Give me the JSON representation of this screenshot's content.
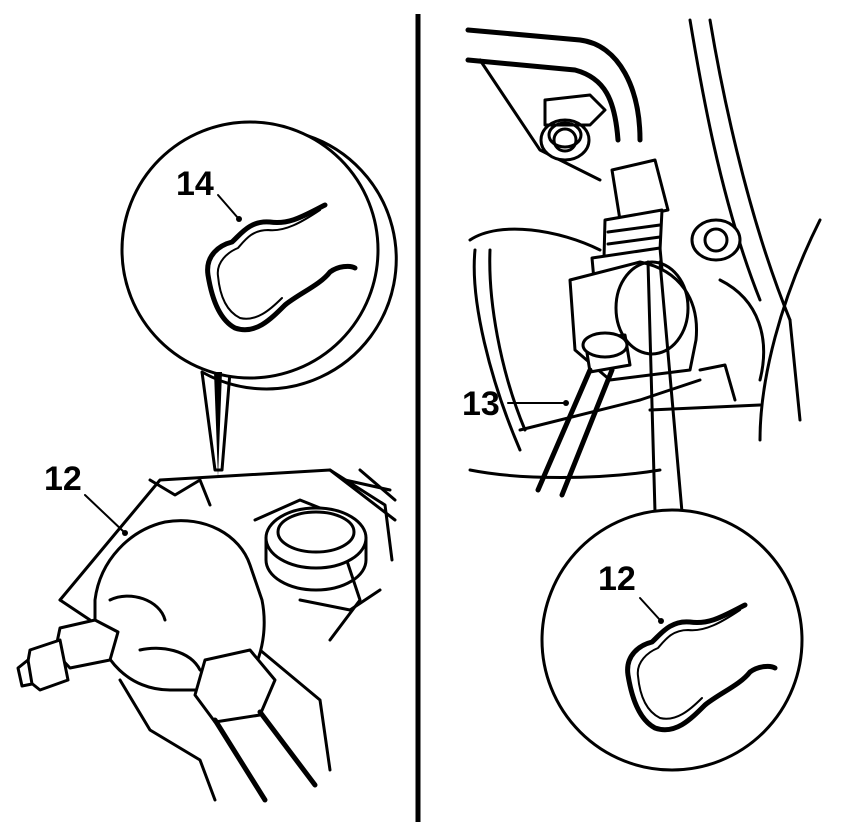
{
  "labels": {
    "left_clip_detail": "14",
    "left_connector": "12",
    "right_hose": "13",
    "right_clip_detail": "12"
  },
  "colors": {
    "ink": "#000000",
    "paper": "#ffffff"
  }
}
